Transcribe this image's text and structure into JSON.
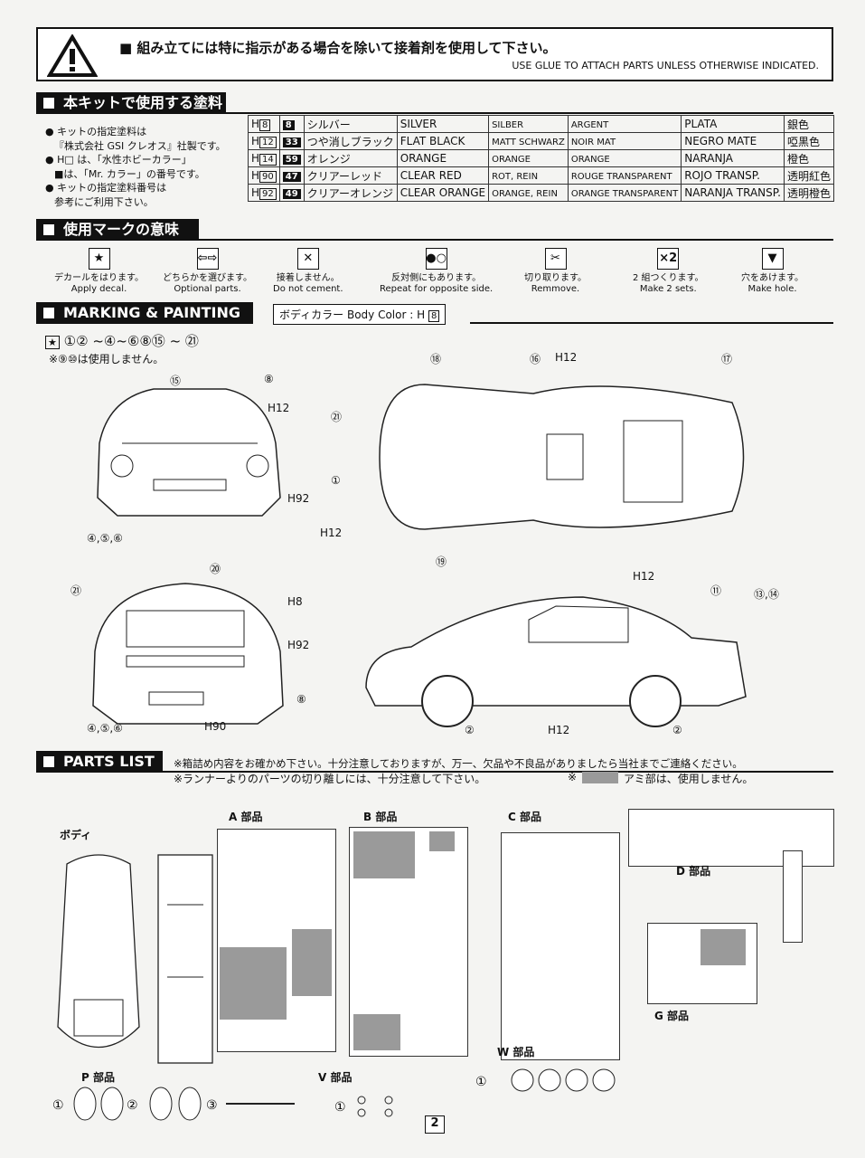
{
  "warning": {
    "jp": "■ 組み立てには特に指示がある場合を除いて接着剤を使用して下さい。",
    "en": "USE GLUE TO ATTACH PARTS UNLESS OTHERWISE INDICATED."
  },
  "paint_section": {
    "title": "本キットで使用する塗料",
    "notes": [
      "● キットの指定塗料は",
      "『株式会社 GSI クレオス』社製です。",
      "● H□ は、「水性ホビーカラー」",
      "■は、「Mr. カラー」の番号です。",
      "● キットの指定塗料番号は",
      "参考にご利用下さい。"
    ],
    "rows": [
      {
        "h": "8",
        "mr": "8",
        "jp": "シルバー",
        "en": "SILVER",
        "de": "SILBER",
        "fr": "ARGENT",
        "es": "PLATA",
        "cn": "銀色"
      },
      {
        "h": "12",
        "mr": "33",
        "jp": "つや消しブラック",
        "en": "FLAT BLACK",
        "de": "MATT SCHWARZ",
        "fr": "NOIR MAT",
        "es": "NEGRO MATE",
        "cn": "啞黒色"
      },
      {
        "h": "14",
        "mr": "59",
        "jp": "オレンジ",
        "en": "ORANGE",
        "de": "ORANGE",
        "fr": "ORANGE",
        "es": "NARANJA",
        "cn": "橙色"
      },
      {
        "h": "90",
        "mr": "47",
        "jp": "クリアーレッド",
        "en": "CLEAR RED",
        "de": "ROT, REIN",
        "fr": "ROUGE TRANSPARENT",
        "es": "ROJO TRANSP.",
        "cn": "透明紅色"
      },
      {
        "h": "92",
        "mr": "49",
        "jp": "クリアーオレンジ",
        "en": "CLEAR ORANGE",
        "de": "ORANGE, REIN",
        "fr": "ORANGE TRANSPARENT",
        "es": "NARANJA TRANSP.",
        "cn": "透明橙色"
      }
    ]
  },
  "marks_section": {
    "title": "使用マークの意味",
    "items": [
      {
        "icon": "decal-star-icon",
        "glyph": "★",
        "jp": "デカールをはります。",
        "en": "Apply decal."
      },
      {
        "icon": "optional-arrows-icon",
        "glyph": "⇦⇨",
        "jp": "どちらかを選びます。",
        "en": "Optional parts."
      },
      {
        "icon": "no-cement-icon",
        "glyph": "✕",
        "jp": "接着しません。",
        "en": "Do not cement."
      },
      {
        "icon": "repeat-opposite-icon",
        "glyph": "●○",
        "jp": "反対側にもあります。",
        "en": "Repeat for opposite side."
      },
      {
        "icon": "cut-off-icon",
        "glyph": "✂",
        "jp": "切り取ります。",
        "en": "Remmove."
      },
      {
        "icon": "make-two-icon",
        "glyph": "×2",
        "jp": "2 組つくります。",
        "en": "Make 2 sets."
      },
      {
        "icon": "drill-hole-icon",
        "glyph": "▼",
        "jp": "穴をあけます。",
        "en": "Make hole."
      }
    ]
  },
  "marking_section": {
    "title": "MARKING & PAINTING",
    "body_color": "ボディカラー  Body Color : H",
    "body_color_num": "8",
    "decal_sequence": "①② ~④~⑥⑧⑮ ~ ㉑",
    "decal_note": "※⑨⑩は使用しません。",
    "labels": [
      "⑮",
      "⑧",
      "H12",
      "H92",
      "④,⑤,⑥",
      "⑱",
      "⑯",
      "H12",
      "⑰",
      "㉑",
      "①",
      "H12",
      "⑲",
      "H12",
      "⑳",
      "㉑",
      "H8",
      "H92",
      "⑧",
      "④,⑤,⑥",
      "H90",
      "⑪",
      "⑬,⑭",
      "②",
      "H12",
      "②"
    ]
  },
  "parts_section": {
    "title": "PARTS LIST",
    "note1": "※箱詰め内容をお確かめ下さい。十分注意しておりますが、万一、欠品や不良品がありましたら当社までご連絡ください。",
    "note2": "※ランナーよりのパーツの切り離しには、十分注意して下さい。",
    "note3": "※",
    "note3b": "アミ部は、使用しません。",
    "body_label": "ボディ",
    "a_label": "A 部品",
    "b_label": "B 部品",
    "c_label": "C 部品",
    "d_label": "D 部品",
    "g_label": "G 部品",
    "p_label": "P 部品",
    "v_label": "V 部品",
    "w_label": "W 部品",
    "page_number": "2"
  }
}
